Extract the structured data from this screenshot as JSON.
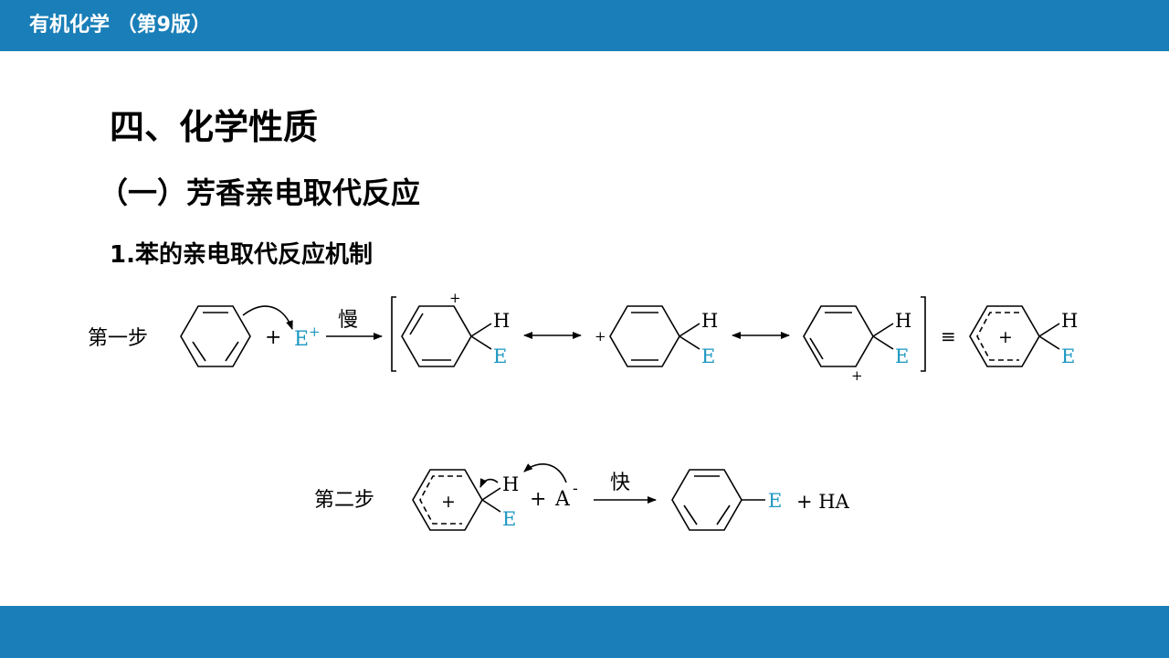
{
  "header": {
    "title": "有机化学 （第9版）"
  },
  "headings": {
    "chapter": "四、化学性质",
    "section": "（一）芳香亲电取代反应",
    "subsection": "1.苯的亲电取代反应机制"
  },
  "colors": {
    "bar": "#1a7fb8",
    "electrophile": "#1a96c0"
  },
  "step1": {
    "label": "第一步",
    "plus": "+",
    "electrophile": "E",
    "electrophile_charge": "+",
    "arrow_label": "慢",
    "h": "H",
    "e": "E",
    "cation_charge": "+",
    "equiv": "≡"
  },
  "step2": {
    "label": "第二步",
    "plus": "+",
    "base": "A",
    "base_charge": "-",
    "arrow_label": "快",
    "h": "H",
    "e": "E",
    "cation_charge": "+",
    "product_e": "E",
    "byproduct": "+ HA"
  }
}
